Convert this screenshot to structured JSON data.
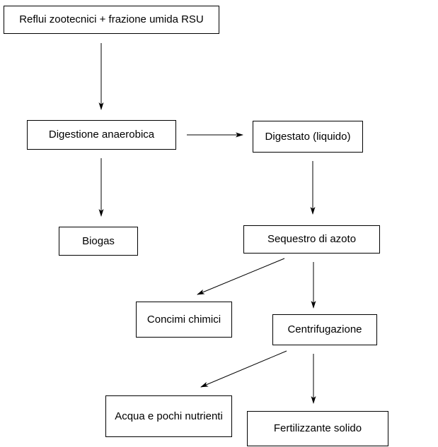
{
  "diagram": {
    "type": "flowchart",
    "language": "it",
    "colors": {
      "background": "#ffffff",
      "box_fill": "#ffffff",
      "box_border": "#000000",
      "text": "#000000",
      "arrow": "#000000"
    },
    "nodes": [
      {
        "id": "reflui",
        "label": "Reflui zootecnici + frazione umida RSU"
      },
      {
        "id": "digestione",
        "label": "Digestione anaerobica"
      },
      {
        "id": "digestato",
        "label": "Digestato (liquido)"
      },
      {
        "id": "biogas",
        "label": "Biogas"
      },
      {
        "id": "sequestro",
        "label": "Sequestro di azoto"
      },
      {
        "id": "concimi",
        "label": "Concimi chimici"
      },
      {
        "id": "centrifugazione",
        "label": "Centrifugazione"
      },
      {
        "id": "acqua",
        "label": "Acqua e pochi nutrienti"
      },
      {
        "id": "fertilizzante",
        "label": "Fertilizzante solido"
      }
    ],
    "edges": [
      {
        "from": "Reflui zootecnici + frazione umida RSU",
        "to": "Digestione anaerobica",
        "direction": "down"
      },
      {
        "from": "Digestione anaerobica",
        "to": "Digestato (liquido)",
        "direction": "right"
      },
      {
        "from": "Digestione anaerobica",
        "to": "Biogas",
        "direction": "down"
      },
      {
        "from": "Digestato (liquido)",
        "to": "Sequestro di azoto",
        "direction": "down"
      },
      {
        "from": "Sequestro di azoto",
        "to": "Concimi chimici",
        "direction": "down-left"
      },
      {
        "from": "Sequestro di azoto",
        "to": "Centrifugazione",
        "direction": "down"
      },
      {
        "from": "Centrifugazione",
        "to": "Acqua e pochi nutrienti",
        "direction": "down-left"
      },
      {
        "from": "Centrifugazione",
        "to": "Fertilizzante solido",
        "direction": "down"
      }
    ]
  }
}
